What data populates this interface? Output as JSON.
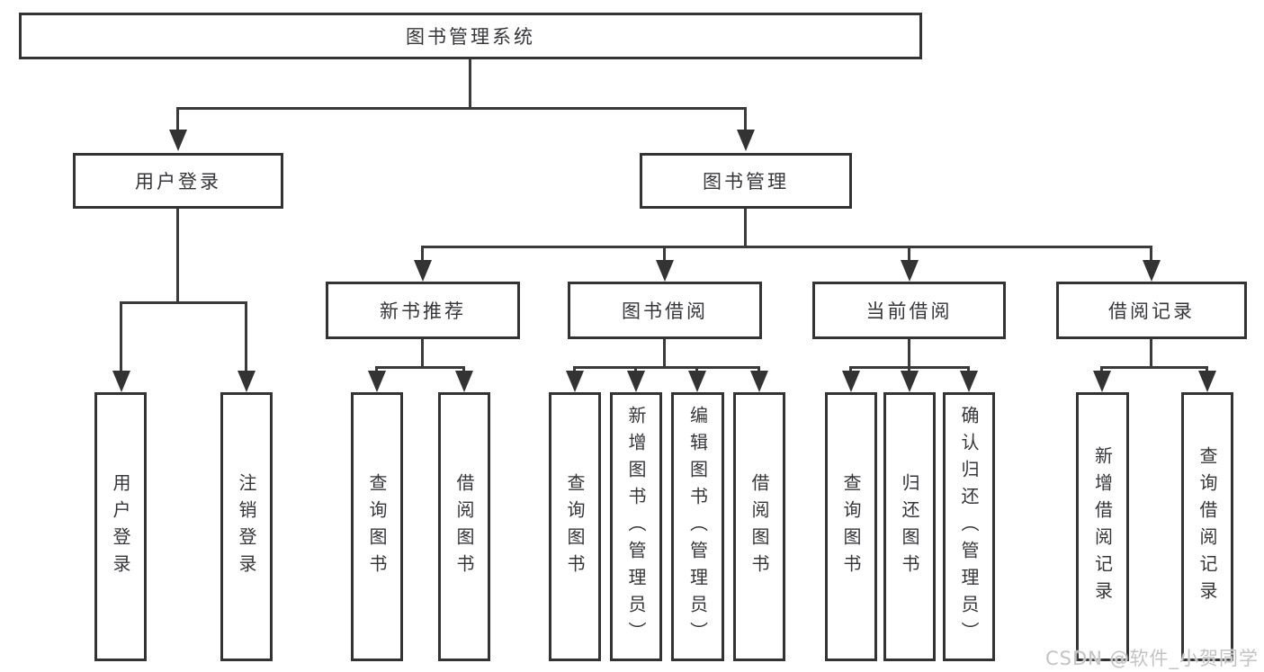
{
  "tree": {
    "root": {
      "label": "图书管理系统"
    },
    "branches": [
      {
        "label": "用户登录",
        "children": [
          {
            "label": "用户登录"
          },
          {
            "label": "注销登录"
          }
        ]
      },
      {
        "label": "图书管理",
        "children": [
          {
            "label": "新书推荐",
            "children": [
              {
                "label": "查询图书"
              },
              {
                "label": "借阅图书"
              }
            ]
          },
          {
            "label": "图书借阅",
            "children": [
              {
                "label": "查询图书"
              },
              {
                "label": "新增图书（管理员）"
              },
              {
                "label": "编辑图书（管理员）"
              },
              {
                "label": "借阅图书"
              }
            ]
          },
          {
            "label": "当前借阅",
            "children": [
              {
                "label": "查询图书"
              },
              {
                "label": "归还图书"
              },
              {
                "label": "确认归还（管理员）"
              }
            ]
          },
          {
            "label": "借阅记录",
            "children": [
              {
                "label": "新增借阅记录"
              },
              {
                "label": "查询借阅记录"
              }
            ]
          }
        ]
      }
    ]
  },
  "watermark": {
    "text": "CSDN @软件_小贺同学"
  },
  "colors": {
    "line": "#3a3a3a",
    "border": "#333333",
    "text": "#36363a",
    "watermark": "#c3c3c3",
    "background": "#ffffff"
  }
}
